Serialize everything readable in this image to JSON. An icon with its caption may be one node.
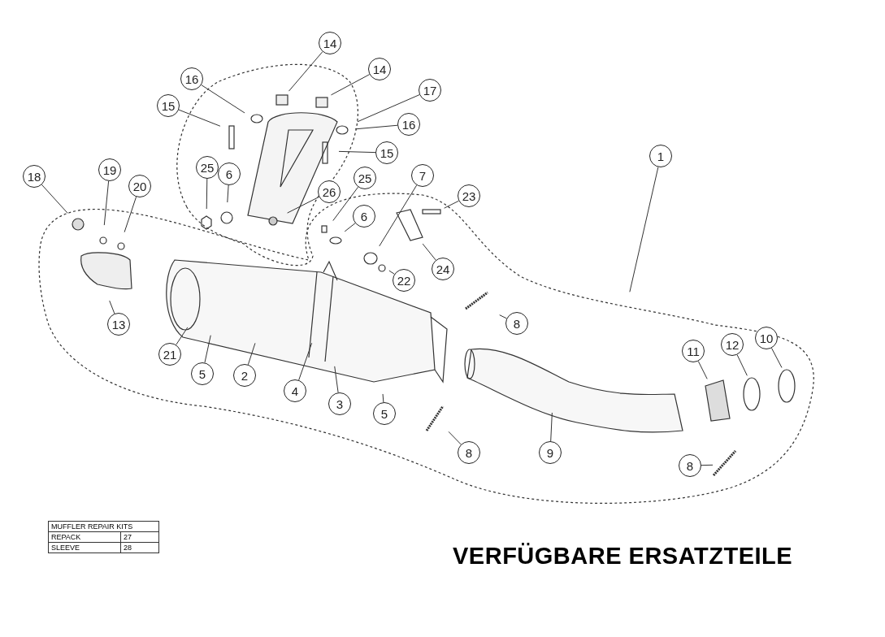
{
  "diagram": {
    "title": "VERFÜGBARE ERSATZTEILE",
    "nodes": [
      {
        "text": [
          "14"
        ]
      },
      {
        "text": [
          "14"
        ]
      },
      {
        "text": [
          "16"
        ]
      },
      {
        "text": [
          "17"
        ]
      },
      {
        "text": [
          "15"
        ]
      },
      {
        "text": [
          "16"
        ]
      },
      {
        "text": [
          "15"
        ]
      },
      {
        "text": [
          "1"
        ]
      },
      {
        "text": [
          "25"
        ]
      },
      {
        "text": [
          "19"
        ]
      },
      {
        "text": [
          "6"
        ]
      },
      {
        "text": [
          "18"
        ]
      },
      {
        "text": [
          "7"
        ]
      },
      {
        "text": [
          "25"
        ]
      },
      {
        "text": [
          "20"
        ]
      },
      {
        "text": [
          "26"
        ]
      },
      {
        "text": [
          "23"
        ]
      },
      {
        "text": [
          "6"
        ]
      },
      {
        "text": [
          "24"
        ]
      },
      {
        "text": [
          "22"
        ]
      },
      {
        "text": [
          "8"
        ]
      },
      {
        "text": [
          "13"
        ]
      },
      {
        "text": [
          "10"
        ]
      },
      {
        "text": [
          "12"
        ]
      },
      {
        "text": [
          "11"
        ]
      },
      {
        "text": [
          "21"
        ]
      },
      {
        "text": [
          "5"
        ]
      },
      {
        "text": [
          "2"
        ]
      },
      {
        "text": [
          "4"
        ]
      },
      {
        "text": [
          "3"
        ]
      },
      {
        "text": [
          "5"
        ]
      },
      {
        "text": [
          "8"
        ]
      },
      {
        "text": [
          "9"
        ]
      },
      {
        "text": [
          "8"
        ]
      }
    ],
    "edges": [
      {
        "from": 0,
        "to": null,
        "arrow": "none"
      },
      {
        "from": 1,
        "to": null,
        "arrow": "none"
      },
      {
        "from": 2,
        "to": null,
        "arrow": "none"
      },
      {
        "from": 3,
        "to": null,
        "arrow": "none"
      },
      {
        "from": 4,
        "to": null,
        "arrow": "none"
      },
      {
        "from": 5,
        "to": null,
        "arrow": "none"
      },
      {
        "from": 6,
        "to": null,
        "arrow": "none"
      },
      {
        "from": 7,
        "to": null,
        "arrow": "none"
      },
      {
        "from": 8,
        "to": null,
        "arrow": "none"
      },
      {
        "from": 9,
        "to": null,
        "arrow": "none"
      },
      {
        "from": 10,
        "to": null,
        "arrow": "none"
      },
      {
        "from": 11,
        "to": null,
        "arrow": "none"
      },
      {
        "from": 12,
        "to": null,
        "arrow": "none"
      },
      {
        "from": 13,
        "to": null,
        "arrow": "none"
      },
      {
        "from": 14,
        "to": null,
        "arrow": "none"
      },
      {
        "from": 15,
        "to": null,
        "arrow": "none"
      },
      {
        "from": 16,
        "to": null,
        "arrow": "none"
      },
      {
        "from": 17,
        "to": null,
        "arrow": "none"
      },
      {
        "from": 18,
        "to": null,
        "arrow": "none"
      },
      {
        "from": 19,
        "to": null,
        "arrow": "none"
      },
      {
        "from": 20,
        "to": null,
        "arrow": "none"
      },
      {
        "from": 21,
        "to": null,
        "arrow": "none"
      },
      {
        "from": 22,
        "to": null,
        "arrow": "none"
      },
      {
        "from": 23,
        "to": null,
        "arrow": "none"
      },
      {
        "from": 24,
        "to": null,
        "arrow": "none"
      },
      {
        "from": 25,
        "to": null,
        "arrow": "none"
      },
      {
        "from": 26,
        "to": null,
        "arrow": "none"
      },
      {
        "from": 27,
        "to": null,
        "arrow": "none"
      },
      {
        "from": 28,
        "to": null,
        "arrow": "none"
      },
      {
        "from": 29,
        "to": null,
        "arrow": "none"
      },
      {
        "from": 30,
        "to": null,
        "arrow": "none"
      },
      {
        "from": 31,
        "to": null,
        "arrow": "none"
      },
      {
        "from": 32,
        "to": null,
        "arrow": "none"
      },
      {
        "from": 33,
        "to": null,
        "arrow": "none"
      }
    ],
    "labels": [
      "MUFFLER REPAIR KITS",
      "REPACK",
      "27",
      "SLEEVE",
      "28"
    ]
  }
}
